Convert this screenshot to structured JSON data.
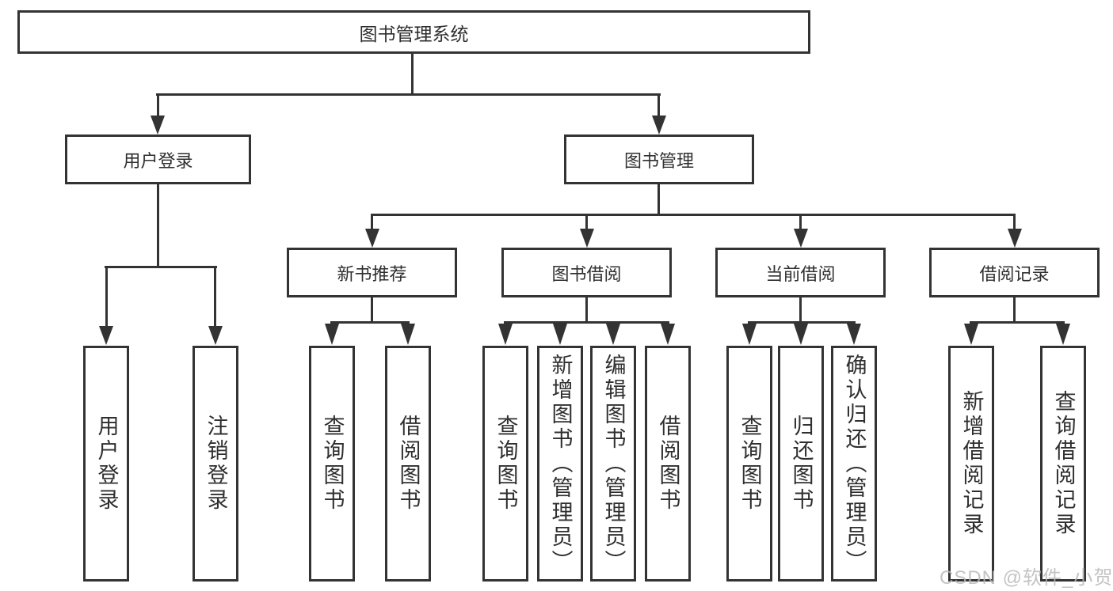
{
  "colors": {
    "line": "#333333",
    "text": "#2f2f2f",
    "watermark": "#b9b9b9",
    "background": "#ffffff"
  },
  "root": {
    "label": "图书管理系统"
  },
  "user_login": {
    "label": "用户登录",
    "children": [
      {
        "label": "用户登录"
      },
      {
        "label": "注销登录"
      }
    ]
  },
  "book_mgmt": {
    "label": "图书管理",
    "children": [
      {
        "label": "新书推荐",
        "children": [
          {
            "label": "查询图书"
          },
          {
            "label": "借阅图书"
          }
        ]
      },
      {
        "label": "图书借阅",
        "children": [
          {
            "label": "查询图书"
          },
          {
            "label": "新增图书（管理员）"
          },
          {
            "label": "编辑图书（管理员）"
          },
          {
            "label": "借阅图书"
          }
        ]
      },
      {
        "label": "当前借阅",
        "children": [
          {
            "label": "查询图书"
          },
          {
            "label": "归还图书"
          },
          {
            "label": "确认归还（管理员）"
          }
        ]
      },
      {
        "label": "借阅记录",
        "children": [
          {
            "label": "新增借阅记录"
          },
          {
            "label": "查询借阅记录"
          }
        ]
      }
    ]
  },
  "watermark": {
    "text": "CSDN @软件_小贺同学"
  }
}
